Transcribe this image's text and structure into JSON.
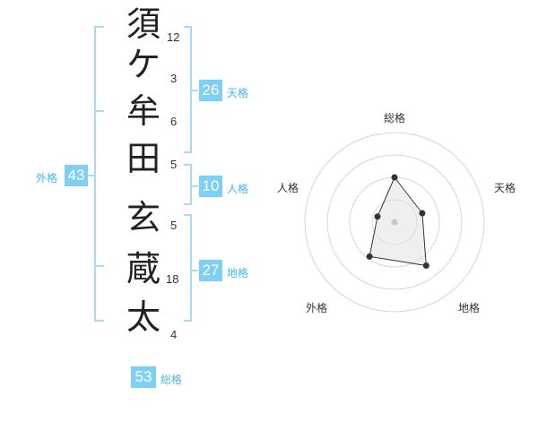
{
  "name_chars": [
    {
      "char": "須",
      "strokes": "12"
    },
    {
      "char": "ケ",
      "strokes": "3"
    },
    {
      "char": "牟",
      "strokes": "6"
    },
    {
      "char": "田",
      "strokes": "5"
    },
    {
      "char": "玄",
      "strokes": "5"
    },
    {
      "char": "蔵",
      "strokes": "18"
    },
    {
      "char": "太",
      "strokes": "4"
    }
  ],
  "fortune": {
    "gaikaku": {
      "value": "43",
      "label": "外格"
    },
    "tenkaku": {
      "value": "26",
      "label": "天格"
    },
    "jinkaku": {
      "value": "10",
      "label": "人格"
    },
    "chikaku": {
      "value": "27",
      "label": "地格"
    },
    "soukaku": {
      "value": "53",
      "label": "総格"
    }
  },
  "colors": {
    "accent": "#7fcff5",
    "accent_text": "#48b6ea",
    "bracket": "#a8dcf5"
  },
  "chart_data": {
    "type": "radar",
    "axes": [
      "総格",
      "天格",
      "地格",
      "外格",
      "人格"
    ],
    "levels": 4,
    "values": [
      2.0,
      1.3,
      2.4,
      1.9,
      0.8
    ],
    "max": 4
  }
}
